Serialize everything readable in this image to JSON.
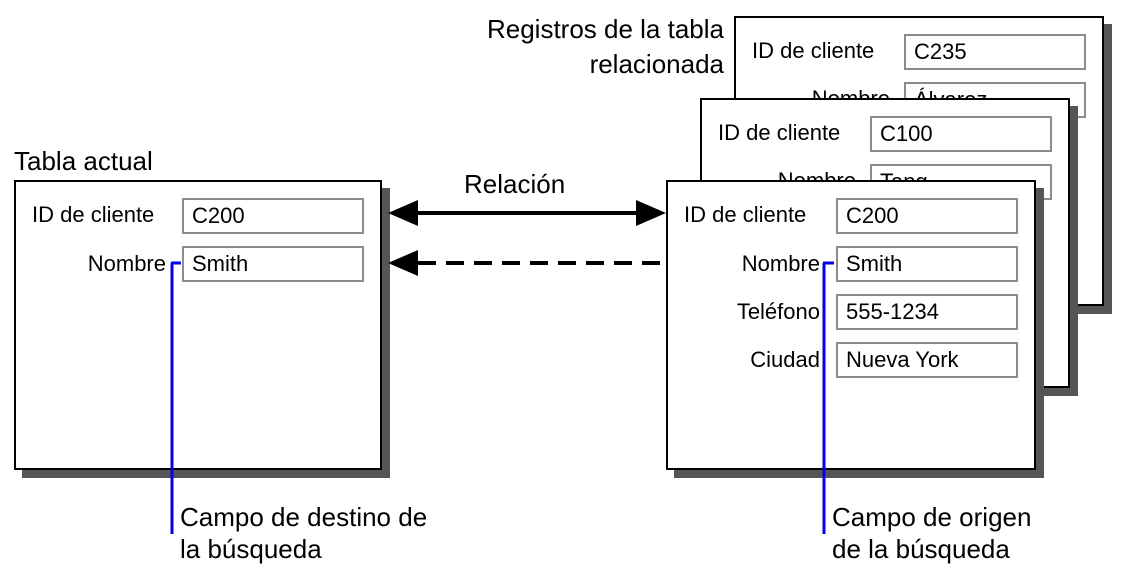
{
  "related_caption_line1": "Registros de la tabla",
  "related_caption_line2": "relacionada",
  "current_caption": "Tabla actual",
  "relation_label": "Relación",
  "back_record": {
    "id_label": "ID de cliente",
    "id_value": "C235",
    "name_label": "Nombre",
    "name_value": "Álvarez"
  },
  "mid_record": {
    "id_label": "ID de cliente",
    "id_value": "C100",
    "name_label": "Nombre",
    "name_value": "Tang"
  },
  "current_record": {
    "id_label": "ID de cliente",
    "id_value": "C200",
    "name_label": "Nombre",
    "name_value": "Smith"
  },
  "front_record": {
    "id_label": "ID de cliente",
    "id_value": "C200",
    "name_label": "Nombre",
    "name_value": "Smith",
    "phone_label": "Teléfono",
    "phone_value": "555-1234",
    "city_label": "Ciudad",
    "city_value": "Nueva York"
  },
  "target_caption_line1": "Campo de destino de",
  "target_caption_line2": "la búsqueda",
  "source_caption_line1": "Campo de origen",
  "source_caption_line2": "de la búsqueda",
  "colors": {
    "leader_line": "#0000ee",
    "shadow": "#555555",
    "field_border": "#8c8c8c"
  }
}
